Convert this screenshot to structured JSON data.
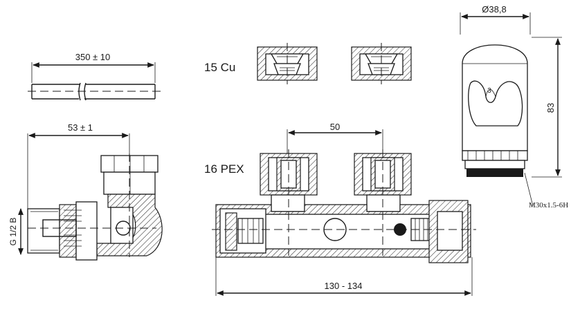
{
  "dimensions": {
    "pipe_length": "350 ± 10",
    "angle_length": "53 ± 1",
    "thread": "G 1/2 B",
    "spacing": "50",
    "body_length": "130 - 134",
    "head_diameter": "Ø38,8",
    "head_height": "83",
    "head_thread": "M30x1.5-6H"
  },
  "labels": {
    "copper": "15 Cu",
    "pex": "16 PEX"
  },
  "colors": {
    "line": "#1a1a1a",
    "background": "#ffffff"
  }
}
